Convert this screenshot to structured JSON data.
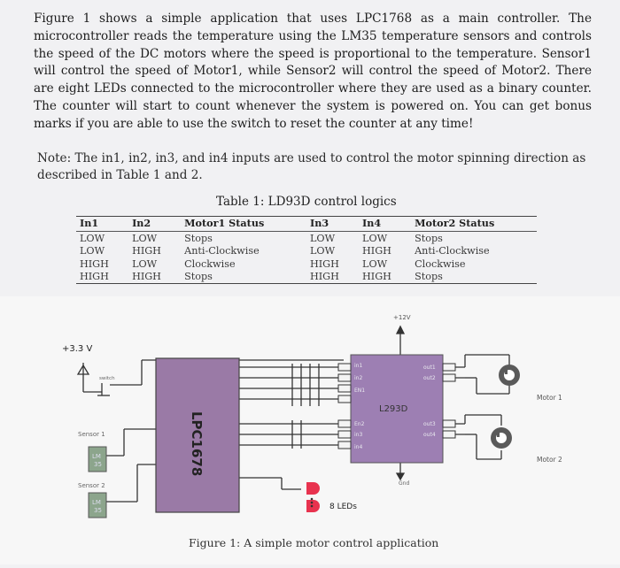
{
  "paragraph": "Figure 1 shows a simple application that uses LPC1768 as a main controller. The microcontroller reads the temperature using the LM35 temperature sensors and controls the speed of the DC motors where the speed is proportional to the temperature. Sensor1 will control the speed of Motor1, while Sensor2 will control the speed of Motor2. There are eight LEDs connected to the microcontroller where they are used as a binary counter. The counter will start to count whenever the system is powered on. You can get bonus marks if you are able to use the switch to reset the counter at any time!",
  "note": "Note: The in1, in2, in3, and in4 inputs are used to control the motor spinning direction as described in Table 1 and 2.",
  "table": {
    "caption": "Table 1: LD93D control logics",
    "headers": [
      "In1",
      "In2",
      "Motor1 Status",
      "In3",
      "In4",
      "Motor2 Status"
    ],
    "rows": [
      [
        "LOW",
        "LOW",
        "Stops",
        "LOW",
        "LOW",
        "Stops"
      ],
      [
        "LOW",
        "HIGH",
        "Anti-Clockwise",
        "LOW",
        "HIGH",
        "Anti-Clockwise"
      ],
      [
        "HIGH",
        "LOW",
        "Clockwise",
        "HIGH",
        "LOW",
        "Clockwise"
      ],
      [
        "HIGH",
        "HIGH",
        "Stops",
        "HIGH",
        "HIGH",
        "Stops"
      ]
    ]
  },
  "circuit": {
    "supply_label": "+3.3 V",
    "switch_label": "switch",
    "sensor1_label": "Sensor 1",
    "sensor1_chip": "LM\n35",
    "sensor2_label": "Sensor 2",
    "sensor2_chip": "LM\n35",
    "mcu_label": "LPC1678",
    "driver_label": "L293D",
    "vcc_label": "+12V",
    "gnd_label": "Gnd",
    "pin_in1": "in1",
    "pin_in2": "in2",
    "pin_en1": "EN1",
    "pin_en2": "En2",
    "pin_in3": "in3",
    "pin_in4": "in4",
    "pin_out1": "out1",
    "pin_out2": "out2",
    "pin_out3": "out3",
    "pin_out4": "out4",
    "motor1_label": "Motor 1",
    "motor2_label": "Motor 2",
    "leds_label": "8 LEDs",
    "colors": {
      "mcu_fill": "#9a7aa6",
      "driver_fill": "#9d7fb3",
      "led": "#e8334f",
      "wire": "#333333"
    }
  },
  "figure_caption": "Figure 1: A simple motor control application"
}
